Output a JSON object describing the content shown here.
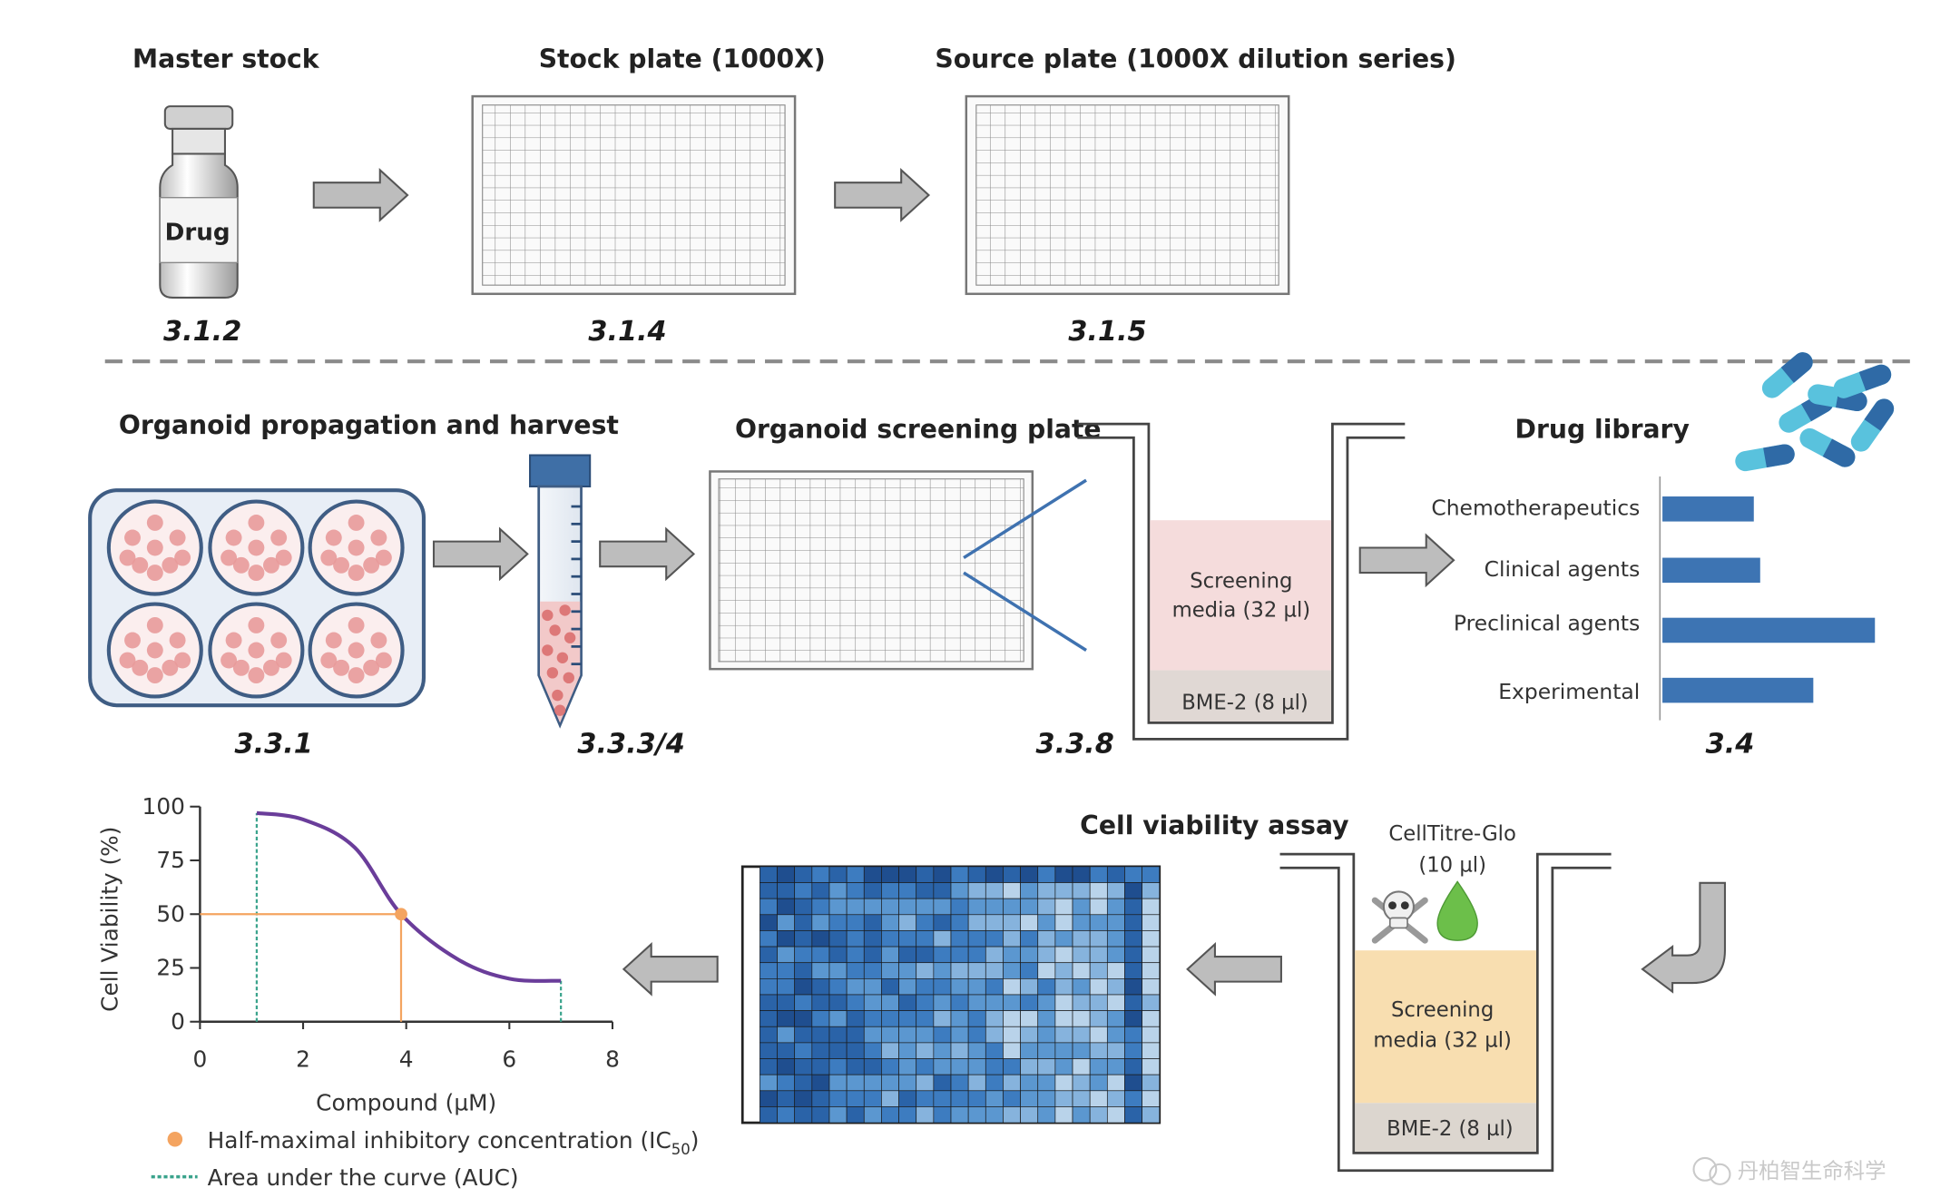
{
  "headers": {
    "master_stock": "Master stock",
    "stock_plate": "Stock plate (1000X)",
    "source_plate": "Source plate (1000X dilution series)",
    "organoid_propagation": "Organoid propagation and harvest",
    "organoid_screening_plate": "Organoid screening plate",
    "drug_library": "Drug library",
    "cell_viability_assay": "Cell viability assay"
  },
  "steps": {
    "s312": "3.1.2",
    "s314": "3.1.4",
    "s315": "3.1.5",
    "s331": "3.3.1",
    "s3334": "3.3.3/4",
    "s338": "3.3.8",
    "s34": "3.4"
  },
  "vial_label": "Drug",
  "well1": {
    "media_line1": "Screening",
    "media_line2": "media (32 µl)",
    "bme": "BME-2 (8 µl)"
  },
  "well2": {
    "reagent_line1": "CellTitre-Glo",
    "reagent_line2": "(10 µl)",
    "media_line1": "Screening",
    "media_line2": "media (32 µl)",
    "bme": "BME-2 (8 µl)"
  },
  "drug_library_bars": [
    {
      "label": "Chemotherapeutics",
      "value": 0.43
    },
    {
      "label": "Clinical agents",
      "value": 0.46
    },
    {
      "label": "Preclinical agents",
      "value": 1.0
    },
    {
      "label": "Experimental",
      "value": 0.71
    }
  ],
  "colors": {
    "arrow": "#b9b9b9",
    "plate_border": "#3f5d84",
    "bar": "#3d74b3",
    "curve": "#6a3d9a",
    "ic50": "#f4a460",
    "auc": "#3aa38c",
    "media_pink": "#f5dcdc",
    "media_yellow": "#f8deb0"
  },
  "chart_data": {
    "type": "line",
    "xlabel": "Compound (µM)",
    "ylabel": "Cell Viability (%)",
    "xlim": [
      0,
      8
    ],
    "ylim": [
      0,
      100
    ],
    "xticks": [
      "0",
      "2",
      "4",
      "6",
      "8"
    ],
    "yticks": [
      "0",
      "25",
      "50",
      "75",
      "100"
    ],
    "series": [
      {
        "values": [
          [
            1.1,
            97
          ],
          [
            2.0,
            94
          ],
          [
            3.0,
            81
          ],
          [
            3.9,
            50
          ],
          [
            5.0,
            29
          ],
          [
            6.0,
            20
          ],
          [
            7.0,
            19
          ]
        ]
      }
    ],
    "ic50": {
      "x": 3.9,
      "y": 50
    },
    "auc_bounds": [
      1.1,
      7.0
    ],
    "legend": [
      {
        "label_main": "Half-maximal inhibitory concentration (IC",
        "label_sub": "50",
        "label_end": ")"
      },
      {
        "label_main": "Area under the curve (AUC)"
      }
    ]
  },
  "watermark": "丹柏智生命科学"
}
